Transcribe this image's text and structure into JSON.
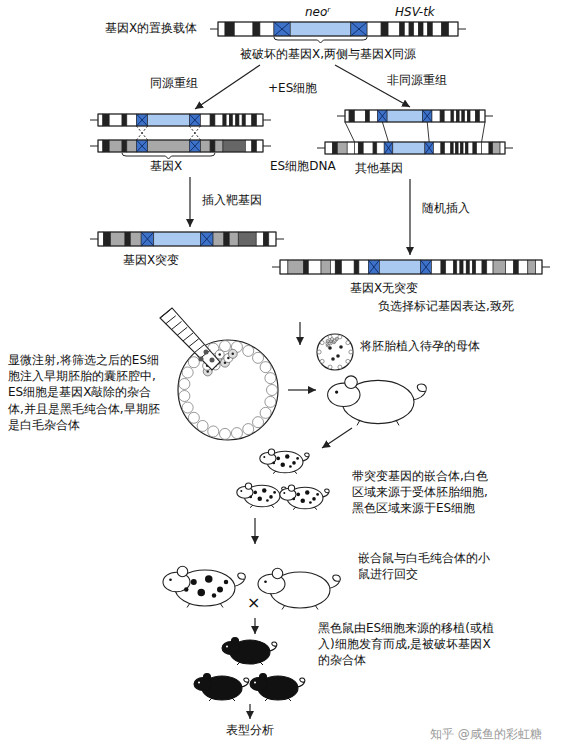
{
  "diagram": {
    "nodes": [
      {
        "text": [
          "基因X的置换载体",
          "neoʳ",
          "HSV-tk",
          "被破坏的基因X,两侧与基因X同源"
        ]
      },
      {
        "text": [
          "基因X"
        ]
      },
      {
        "text": [
          "其他基因"
        ]
      },
      {
        "text": [
          "基因X突变"
        ]
      },
      {
        "text": [
          "基因X无突变",
          "负选择标记基因表达,致死"
        ]
      }
    ],
    "edges": [
      {
        "from": 0,
        "to": 1,
        "arrow": "to",
        "label": "同源重组"
      },
      {
        "from": 0,
        "to": 2,
        "arrow": "to",
        "label": "非同源重组"
      },
      {
        "from": 1,
        "to": 3,
        "arrow": "to",
        "label": "插入靶基因"
      },
      {
        "from": 2,
        "to": 4,
        "arrow": "to",
        "label": "随机插入"
      }
    ],
    "labels": [
      "+ES细胞",
      "ES细胞DNA",
      "显微注射,将筛选之后的ES细胞注入早期胚胎的囊胚腔中,ES细胞是基因X敲除的杂合体,并且是黑毛纯合体,早期胚是白毛杂合体",
      "将胚胎植入待孕的母体",
      "带突变基因的嵌合体,白色区域来源于受体胚胎细胞,黑色区域来源于ES细胞",
      "嵌合鼠与白毛纯合体的小鼠进行回交",
      "×",
      "黑色鼠由ES细胞来源的移植(或植入)细胞发育而成,是被破坏基因X的杂合体",
      "表型分析",
      "知乎 @咸鱼的彩虹糖"
    ]
  }
}
